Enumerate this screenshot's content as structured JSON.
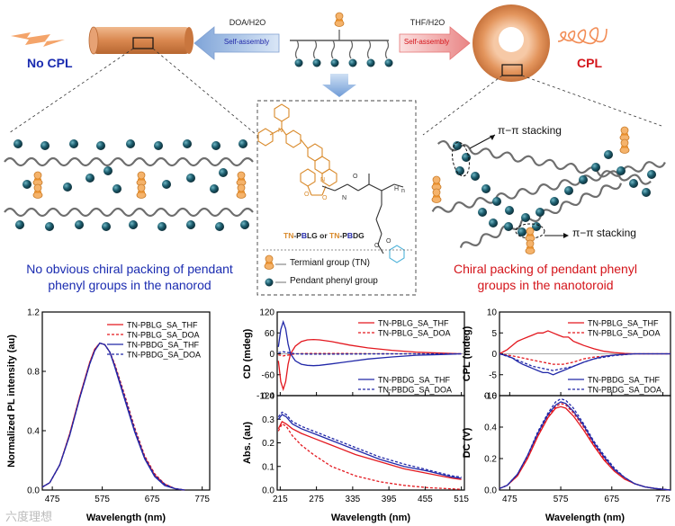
{
  "top": {
    "no_cpl": "No CPL",
    "cpl": "CPL",
    "left_arrow_solvent": "DOA/H2O",
    "left_arrow_label": "Self-assembly",
    "right_arrow_solvent": "THF/H2O",
    "right_arrow_label": "Self-assembly"
  },
  "middle": {
    "pi_stacking_top": "π−π stacking",
    "pi_stacking_bottom": "π−π stacking",
    "polymer_label": "TN-PBLG or TN-PBDG",
    "legend_tn": "Termianl group (TN)",
    "legend_phenyl": "Pendant phenyl group",
    "caption_left_1": "No obvious chiral packing of pendant",
    "caption_left_2": "phenyl groups in the nanorod",
    "caption_right_1": "Chiral packing of pendant phenyl",
    "caption_right_2": "groups in the nanotoroid"
  },
  "watermark": "六度理想",
  "colors": {
    "red": "#e3181f",
    "blue": "#2128a8",
    "orange": "#e89a3c",
    "teal": "#1b6d7d"
  },
  "chart_data": [
    {
      "type": "line",
      "ylabel": "Normalized PL intensity (au)",
      "xlabel": "Wavelength (nm)",
      "xlim": [
        455,
        790
      ],
      "ylim": [
        0,
        1.2
      ],
      "xticks": [
        "475",
        "575",
        "675",
        "775"
      ],
      "yticks": [
        "0.0",
        "0.4",
        "0.8",
        "1.2"
      ],
      "legend": [
        "TN-PBLG_SA_THF",
        "TN-PBLG_SA_DOA",
        "TN-PBDG_SA_THF",
        "TN-PBDG_SA_DOA"
      ],
      "series": [
        {
          "name": "TN-PBLG_SA_THF",
          "color": "#e3181f",
          "dash": false,
          "x": [
            455,
            470,
            490,
            510,
            530,
            550,
            560,
            570,
            580,
            590,
            600,
            620,
            640,
            660,
            680,
            700,
            720,
            740
          ],
          "y": [
            0.02,
            0.05,
            0.17,
            0.38,
            0.63,
            0.86,
            0.95,
            0.99,
            0.98,
            0.93,
            0.84,
            0.62,
            0.4,
            0.22,
            0.1,
            0.04,
            0.01,
            0.0
          ]
        },
        {
          "name": "TN-PBLG_SA_DOA",
          "color": "#e3181f",
          "dash": true,
          "x": [
            455,
            470,
            490,
            510,
            530,
            550,
            560,
            570,
            580,
            590,
            600,
            620,
            640,
            660,
            680,
            700,
            720,
            740
          ],
          "y": [
            0.02,
            0.05,
            0.17,
            0.38,
            0.63,
            0.86,
            0.95,
            0.99,
            0.98,
            0.93,
            0.85,
            0.64,
            0.42,
            0.23,
            0.11,
            0.04,
            0.01,
            0.0
          ]
        },
        {
          "name": "TN-PBDG_SA_THF",
          "color": "#2128a8",
          "dash": false,
          "x": [
            455,
            470,
            490,
            510,
            530,
            550,
            560,
            570,
            580,
            590,
            600,
            620,
            640,
            660,
            680,
            700,
            720,
            740
          ],
          "y": [
            0.02,
            0.05,
            0.17,
            0.37,
            0.62,
            0.85,
            0.94,
            0.99,
            0.98,
            0.93,
            0.83,
            0.61,
            0.39,
            0.21,
            0.09,
            0.03,
            0.01,
            0.0
          ]
        },
        {
          "name": "TN-PBDG_SA_DOA",
          "color": "#2128a8",
          "dash": true,
          "x": [
            455,
            470,
            490,
            510,
            530,
            550,
            560,
            570,
            580,
            590,
            600,
            620,
            640,
            660,
            680,
            700,
            720,
            740
          ],
          "y": [
            0.02,
            0.05,
            0.17,
            0.37,
            0.62,
            0.85,
            0.94,
            0.99,
            0.98,
            0.93,
            0.84,
            0.63,
            0.41,
            0.22,
            0.1,
            0.04,
            0.01,
            0.0
          ]
        }
      ]
    },
    {
      "type": "line",
      "ylabel": "CD (mdeg)",
      "xlim": [
        210,
        520
      ],
      "ylim": [
        -120,
        120
      ],
      "yticks": [
        "-120",
        "-60",
        "0",
        "60",
        "120"
      ],
      "legend_top": [
        "TN-PBLG_SA_THF",
        "TN-PBLG_SA_DOA"
      ],
      "legend_bottom": [
        "TN-PBDG_SA_THF",
        "TN-PBDG_SA_DOA"
      ],
      "series": [
        {
          "name": "TN-PBLG_SA_THF",
          "color": "#e3181f",
          "dash": false,
          "x": [
            212,
            216,
            220,
            224,
            228,
            232,
            240,
            250,
            260,
            270,
            280,
            300,
            330,
            360,
            400,
            440,
            480,
            515
          ],
          "y": [
            -20,
            -80,
            -102,
            -80,
            -30,
            0,
            22,
            35,
            40,
            41,
            40,
            35,
            25,
            17,
            10,
            5,
            2,
            0
          ]
        },
        {
          "name": "TN-PBLG_SA_DOA",
          "color": "#e3181f",
          "dash": true,
          "x": [
            212,
            220,
            230,
            240,
            260,
            300,
            400,
            515
          ],
          "y": [
            -3,
            -6,
            -3,
            0,
            1,
            1,
            0,
            0
          ]
        },
        {
          "name": "TN-PBDG_SA_THF",
          "color": "#2128a8",
          "dash": false,
          "x": [
            212,
            216,
            220,
            224,
            228,
            232,
            240,
            250,
            260,
            270,
            280,
            300,
            330,
            360,
            400,
            440,
            480,
            515
          ],
          "y": [
            20,
            70,
            92,
            72,
            28,
            0,
            -20,
            -30,
            -33,
            -34,
            -33,
            -29,
            -22,
            -15,
            -9,
            -4,
            -2,
            0
          ]
        },
        {
          "name": "TN-PBDG_SA_DOA",
          "color": "#2128a8",
          "dash": true,
          "x": [
            212,
            220,
            230,
            240,
            260,
            300,
            400,
            515
          ],
          "y": [
            3,
            6,
            3,
            0,
            -1,
            -1,
            0,
            0
          ]
        }
      ]
    },
    {
      "type": "line",
      "ylabel": "Abs. (au)",
      "xlabel": "Wavelength (nm)",
      "xlim": [
        210,
        520
      ],
      "ylim": [
        0,
        0.4
      ],
      "xticks": [
        "215",
        "275",
        "335",
        "395",
        "455",
        "515"
      ],
      "yticks": [
        "0.0",
        "0.1",
        "0.2",
        "0.3",
        "0.4"
      ],
      "series": [
        {
          "name": "TN-PBLG_SA_THF",
          "color": "#e3181f",
          "dash": false,
          "x": [
            212,
            218,
            225,
            235,
            250,
            270,
            300,
            340,
            380,
            420,
            460,
            500,
            515
          ],
          "y": [
            0.26,
            0.29,
            0.28,
            0.26,
            0.24,
            0.22,
            0.19,
            0.15,
            0.12,
            0.09,
            0.07,
            0.05,
            0.045
          ]
        },
        {
          "name": "TN-PBLG_SA_DOA",
          "color": "#e3181f",
          "dash": true,
          "x": [
            212,
            218,
            225,
            235,
            250,
            270,
            300,
            340,
            380,
            420,
            460,
            500,
            515
          ],
          "y": [
            0.25,
            0.28,
            0.27,
            0.23,
            0.19,
            0.15,
            0.1,
            0.06,
            0.035,
            0.02,
            0.01,
            0.005,
            0.003
          ]
        },
        {
          "name": "TN-PBDG_SA_THF",
          "color": "#2128a8",
          "dash": false,
          "x": [
            212,
            218,
            225,
            235,
            250,
            270,
            300,
            340,
            380,
            420,
            460,
            500,
            515
          ],
          "y": [
            0.3,
            0.32,
            0.31,
            0.28,
            0.26,
            0.24,
            0.21,
            0.17,
            0.13,
            0.1,
            0.08,
            0.055,
            0.05
          ]
        },
        {
          "name": "TN-PBDG_SA_DOA",
          "color": "#2128a8",
          "dash": true,
          "x": [
            212,
            218,
            225,
            235,
            250,
            270,
            300,
            340,
            380,
            420,
            460,
            500,
            515
          ],
          "y": [
            0.31,
            0.33,
            0.32,
            0.29,
            0.27,
            0.25,
            0.22,
            0.18,
            0.14,
            0.11,
            0.085,
            0.06,
            0.055
          ]
        }
      ]
    },
    {
      "type": "line",
      "ylabel": "CPL (mdeg)",
      "xlim": [
        455,
        790
      ],
      "ylim": [
        -10,
        10
      ],
      "yticks": [
        "-10",
        "-5",
        "0",
        "5",
        "10"
      ],
      "legend_top": [
        "TN-PBLG_SA_THF",
        "TN-PBLG_SA_DOA"
      ],
      "legend_bottom": [
        "TN-PBDG_SA_THF",
        "TN-PBDG_SA_DOA"
      ],
      "series": [
        {
          "name": "TN-PBLG_SA_THF",
          "color": "#e3181f",
          "dash": false,
          "x": [
            455,
            470,
            480,
            490,
            500,
            510,
            520,
            530,
            540,
            550,
            560,
            570,
            580,
            590,
            600,
            610,
            620,
            640,
            660,
            680,
            700,
            720,
            760,
            790
          ],
          "y": [
            0,
            1,
            2,
            3,
            3.5,
            4,
            4.5,
            5,
            5,
            5.5,
            5,
            4.5,
            4,
            4,
            3,
            2.5,
            2,
            1.2,
            0.6,
            0.3,
            0.1,
            0,
            0,
            0
          ]
        },
        {
          "name": "TN-PBLG_SA_DOA",
          "color": "#e3181f",
          "dash": true,
          "x": [
            455,
            480,
            500,
            520,
            540,
            560,
            580,
            600,
            620,
            640,
            680,
            720,
            790
          ],
          "y": [
            0,
            -0.5,
            -1,
            -1.5,
            -2,
            -2.5,
            -2.5,
            -2,
            -1.2,
            -0.8,
            -0.3,
            0,
            0
          ]
        },
        {
          "name": "TN-PBDG_SA_THF",
          "color": "#2128a8",
          "dash": false,
          "x": [
            455,
            470,
            480,
            490,
            500,
            510,
            520,
            530,
            540,
            550,
            560,
            570,
            580,
            590,
            600,
            610,
            620,
            640,
            660,
            680,
            700,
            720,
            760,
            790
          ],
          "y": [
            0,
            -0.5,
            -1,
            -1.8,
            -2.5,
            -3,
            -3.5,
            -4,
            -4.5,
            -4.5,
            -5,
            -4.5,
            -4,
            -3.5,
            -3,
            -2.5,
            -2,
            -1.2,
            -0.6,
            -0.3,
            -0.1,
            0,
            0,
            0
          ]
        },
        {
          "name": "TN-PBDG_SA_DOA",
          "color": "#2128a8",
          "dash": true,
          "x": [
            455,
            480,
            500,
            520,
            540,
            560,
            580,
            600,
            620,
            640,
            680,
            720,
            790
          ],
          "y": [
            0,
            -1,
            -2,
            -3,
            -3.5,
            -4,
            -3.5,
            -3,
            -2,
            -1.2,
            -0.4,
            0,
            0
          ]
        }
      ]
    },
    {
      "type": "line",
      "ylabel": "DC (V)",
      "xlabel": "Wavelength (nm)",
      "xlim": [
        455,
        790
      ],
      "ylim": [
        0,
        0.6
      ],
      "xticks": [
        "475",
        "575",
        "675",
        "775"
      ],
      "yticks": [
        "0.0",
        "0.2",
        "0.4",
        "0.6"
      ],
      "series": [
        {
          "name": "TN-PBLG_SA_THF",
          "color": "#e3181f",
          "dash": false,
          "x": [
            455,
            470,
            490,
            510,
            530,
            550,
            565,
            575,
            585,
            600,
            620,
            640,
            660,
            680,
            700,
            720,
            740,
            760,
            790
          ],
          "y": [
            0.01,
            0.03,
            0.09,
            0.2,
            0.34,
            0.46,
            0.52,
            0.53,
            0.52,
            0.47,
            0.38,
            0.28,
            0.19,
            0.12,
            0.07,
            0.04,
            0.02,
            0.01,
            0.0
          ]
        },
        {
          "name": "TN-PBLG_SA_DOA",
          "color": "#e3181f",
          "dash": true,
          "x": [
            455,
            470,
            490,
            510,
            530,
            550,
            565,
            575,
            585,
            600,
            620,
            640,
            660,
            680,
            700,
            720,
            740,
            760,
            790
          ],
          "y": [
            0.01,
            0.03,
            0.09,
            0.21,
            0.35,
            0.47,
            0.53,
            0.55,
            0.54,
            0.49,
            0.4,
            0.29,
            0.2,
            0.13,
            0.07,
            0.04,
            0.02,
            0.01,
            0.0
          ]
        },
        {
          "name": "TN-PBDG_SA_THF",
          "color": "#2128a8",
          "dash": false,
          "x": [
            455,
            470,
            490,
            510,
            530,
            550,
            565,
            575,
            585,
            600,
            620,
            640,
            660,
            680,
            700,
            720,
            740,
            760,
            790
          ],
          "y": [
            0.01,
            0.03,
            0.1,
            0.22,
            0.36,
            0.48,
            0.54,
            0.56,
            0.55,
            0.5,
            0.41,
            0.3,
            0.21,
            0.13,
            0.08,
            0.04,
            0.02,
            0.01,
            0.0
          ]
        },
        {
          "name": "TN-PBDG_SA_DOA",
          "color": "#2128a8",
          "dash": true,
          "x": [
            455,
            470,
            490,
            510,
            530,
            550,
            565,
            575,
            585,
            600,
            620,
            640,
            660,
            680,
            700,
            720,
            740,
            760,
            790
          ],
          "y": [
            0.01,
            0.03,
            0.1,
            0.22,
            0.37,
            0.49,
            0.56,
            0.58,
            0.57,
            0.52,
            0.42,
            0.31,
            0.22,
            0.14,
            0.08,
            0.04,
            0.02,
            0.01,
            0.0
          ]
        }
      ]
    }
  ]
}
